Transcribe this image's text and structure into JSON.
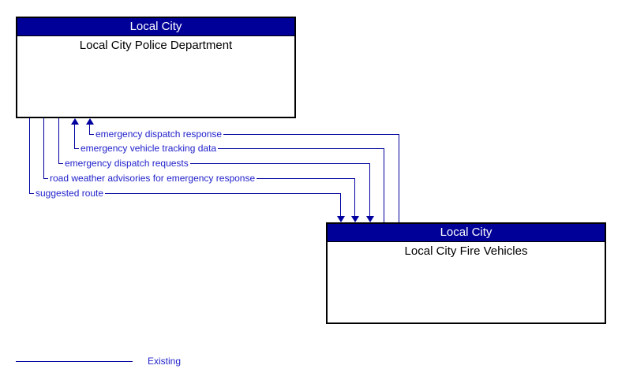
{
  "boxes": {
    "police": {
      "header": "Local City",
      "title": "Local City Police Department"
    },
    "fire": {
      "header": "Local City",
      "title": "Local City Fire Vehicles"
    }
  },
  "flows": [
    {
      "label": "emergency dispatch response",
      "from": "Local City Fire Vehicles",
      "to": "Local City Police Department",
      "status": "existing"
    },
    {
      "label": "emergency vehicle tracking data",
      "from": "Local City Fire Vehicles",
      "to": "Local City Police Department",
      "status": "existing"
    },
    {
      "label": "emergency dispatch requests",
      "from": "Local City Police Department",
      "to": "Local City Fire Vehicles",
      "status": "existing"
    },
    {
      "label": "road weather advisories for emergency response",
      "from": "Local City Police Department",
      "to": "Local City Fire Vehicles",
      "status": "existing"
    },
    {
      "label": "suggested route",
      "from": "Local City Police Department",
      "to": "Local City Fire Vehicles",
      "status": "existing"
    }
  ],
  "legend": {
    "items": [
      {
        "label": "Existing",
        "line_color": "#00009E"
      }
    ]
  },
  "colors": {
    "header_bg": "#000099",
    "header_text": "#FFFFFF",
    "box_border": "#000000",
    "flow_line": "#00009E",
    "flow_label_text": "#2222CC",
    "background": "#FFFFFF"
  }
}
